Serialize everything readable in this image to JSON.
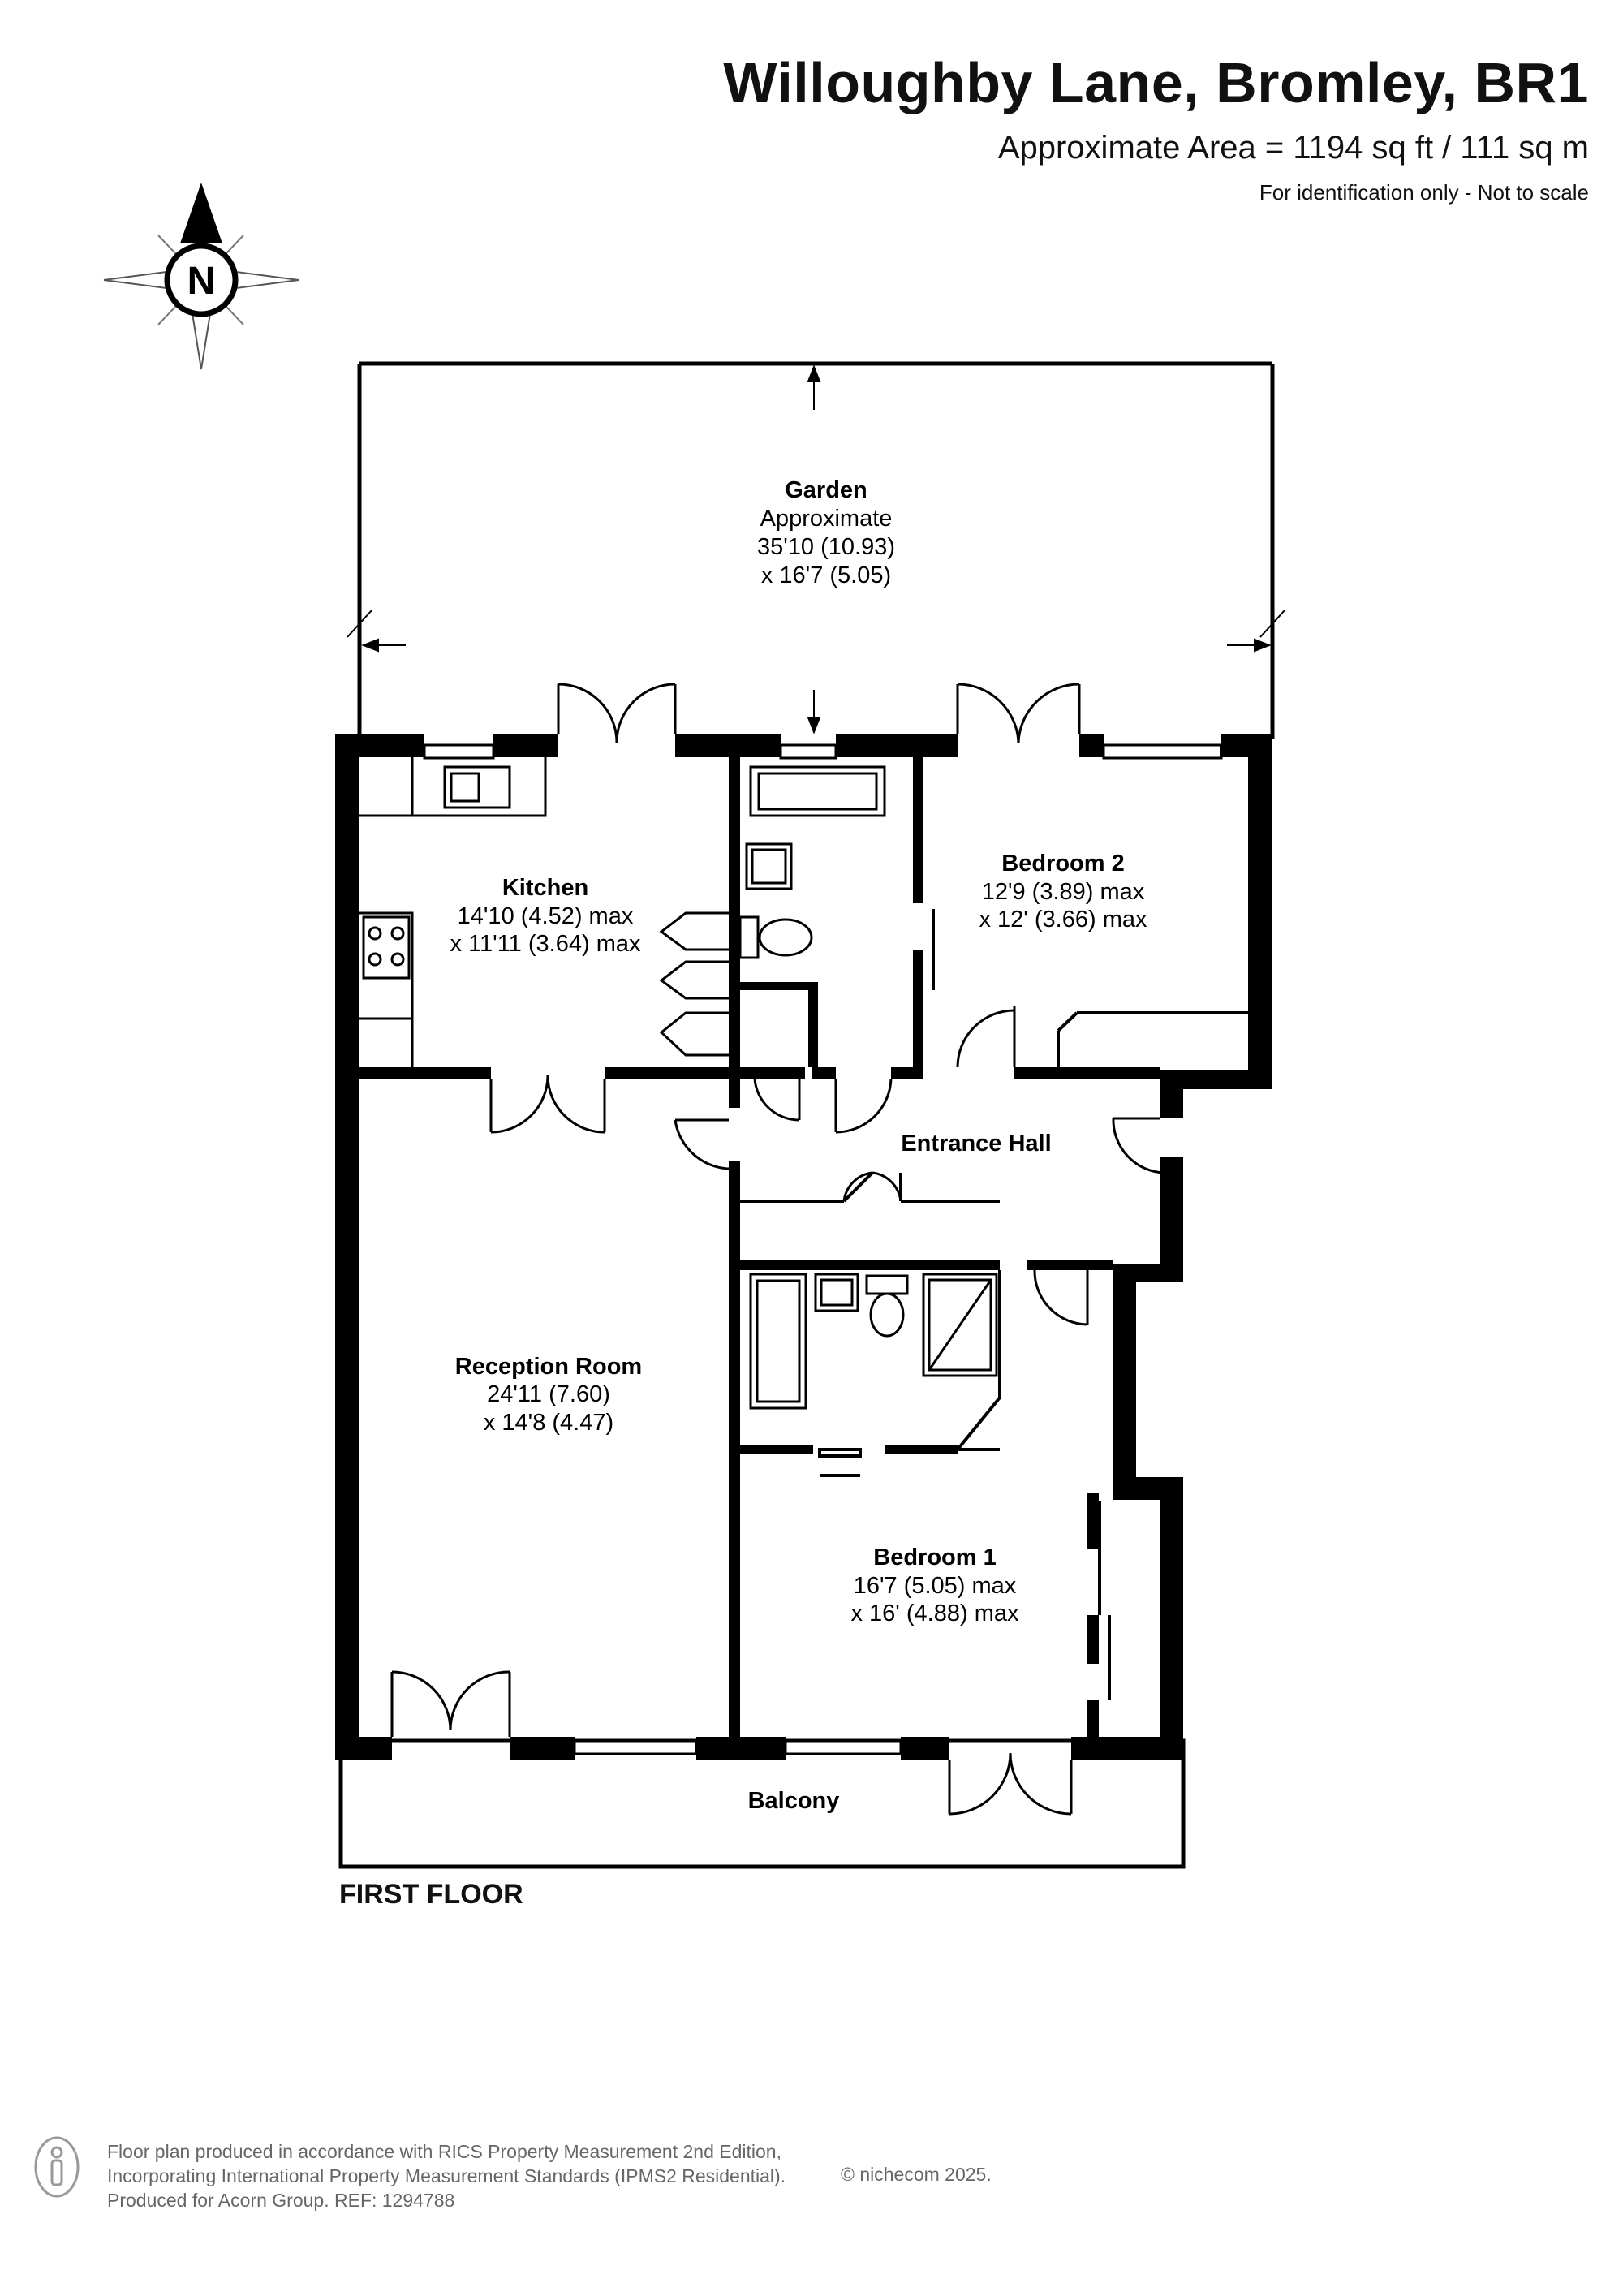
{
  "header": {
    "title": "Willoughby Lane, Bromley, BR1",
    "area": "Approximate Area = 1194 sq ft / 111 sq m",
    "note": "For identification only - Not to scale"
  },
  "compass": {
    "label": "N",
    "icon": "north-compass-icon"
  },
  "rooms": {
    "garden": {
      "name": "Garden",
      "line1": "Approximate",
      "line2": "35'10 (10.93)",
      "line3": "x 16'7 (5.05)"
    },
    "kitchen": {
      "name": "Kitchen",
      "line1": "14'10 (4.52) max",
      "line2": "x 11'11 (3.64) max"
    },
    "bedroom2": {
      "name": "Bedroom 2",
      "line1": "12'9 (3.89) max",
      "line2": "x 12' (3.66) max"
    },
    "entrance_hall": {
      "name": "Entrance Hall"
    },
    "reception": {
      "name": "Reception Room",
      "line1": "24'11 (7.60)",
      "line2": "x 14'8 (4.47)"
    },
    "bedroom1": {
      "name": "Bedroom 1",
      "line1": "16'7 (5.05) max",
      "line2": "x 16' (4.88) max"
    },
    "balcony": {
      "name": "Balcony"
    }
  },
  "floor_label": "FIRST FLOOR",
  "footer": {
    "line1": "Floor plan produced in accordance with RICS Property Measurement 2nd Edition,",
    "line2": "Incorporating International Property Measurement Standards (IPMS2 Residential).",
    "line3": "Produced for Acorn Group.   REF: 1294788",
    "brand": "© nichecom 2025."
  },
  "colors": {
    "wall": "#000000",
    "line": "#000000",
    "footer_text": "#666666"
  }
}
